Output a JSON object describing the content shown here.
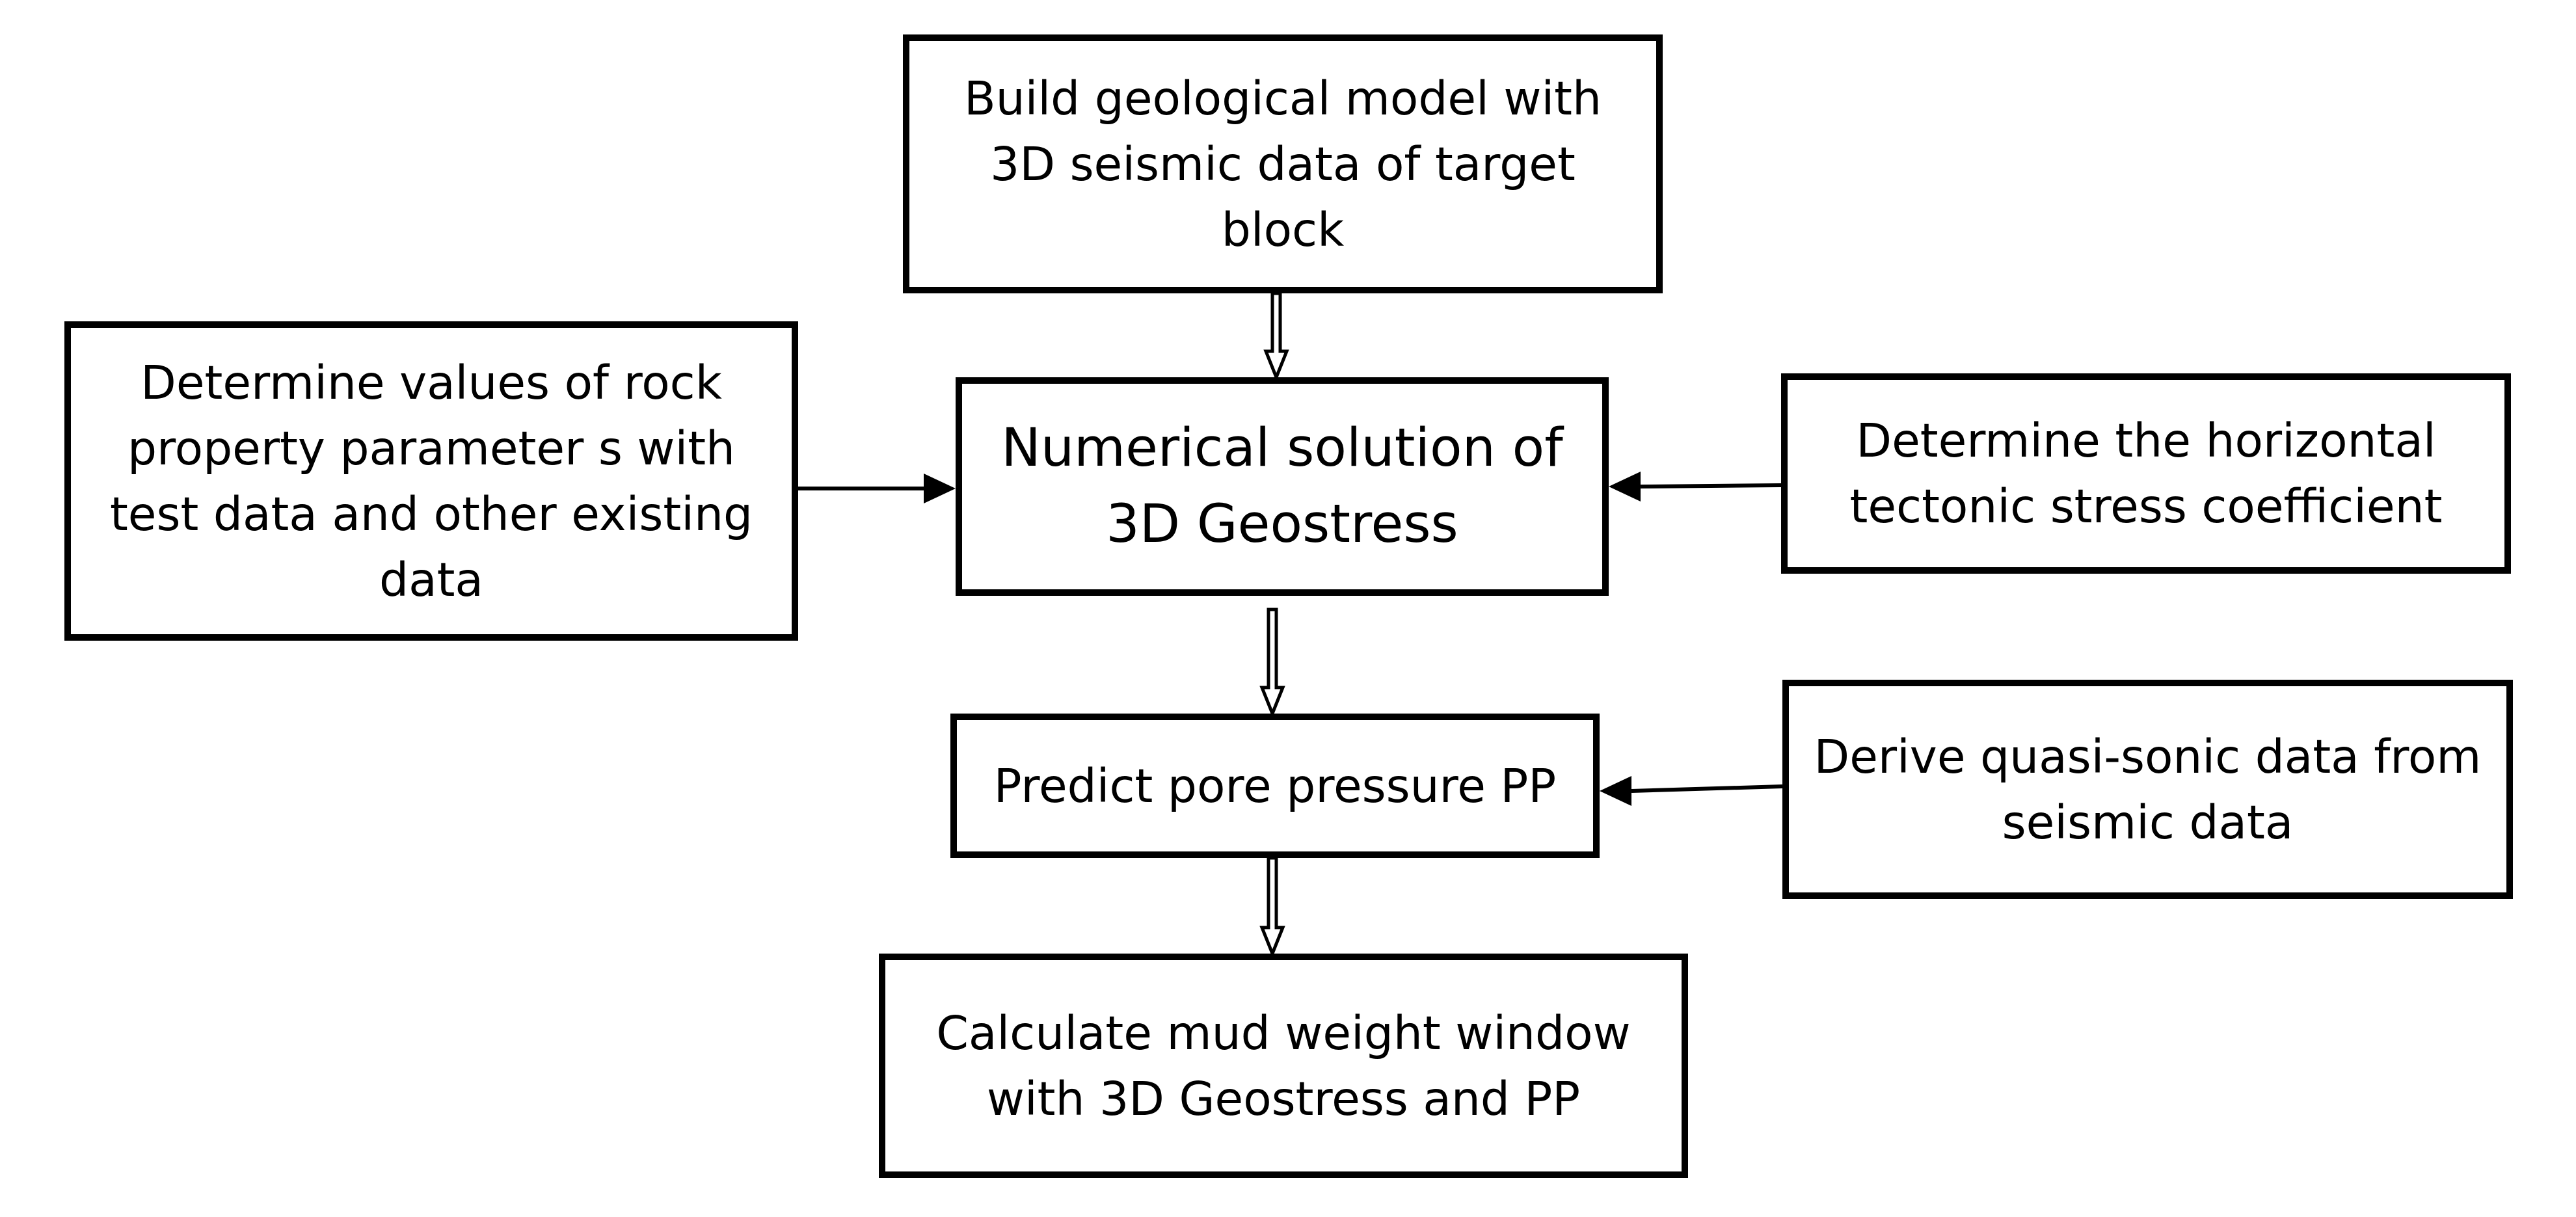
{
  "diagram": {
    "nodes": {
      "build_model": "Build geological model with\n3D seismic data of target\nblock",
      "rock_property": "Determine values of rock\nproperty parameter s with\ntest data and other existing\ndata",
      "numerical_solution": "Numerical solution of\n3D Geostress",
      "tectonic_stress": "Determine the horizontal\ntectonic stress coefficient",
      "pore_pressure": "Predict pore pressure PP",
      "quasi_sonic": "Derive quasi-sonic data from\nseismic data",
      "mud_weight": "Calculate mud weight window\nwith 3D Geostress and PP"
    },
    "edges": [
      {
        "from": "build_model",
        "to": "numerical_solution",
        "style": "hollow-double"
      },
      {
        "from": "rock_property",
        "to": "numerical_solution",
        "style": "solid"
      },
      {
        "from": "tectonic_stress",
        "to": "numerical_solution",
        "style": "solid"
      },
      {
        "from": "numerical_solution",
        "to": "pore_pressure",
        "style": "hollow-double"
      },
      {
        "from": "quasi_sonic",
        "to": "pore_pressure",
        "style": "solid"
      },
      {
        "from": "pore_pressure",
        "to": "mud_weight",
        "style": "hollow-double"
      }
    ]
  }
}
